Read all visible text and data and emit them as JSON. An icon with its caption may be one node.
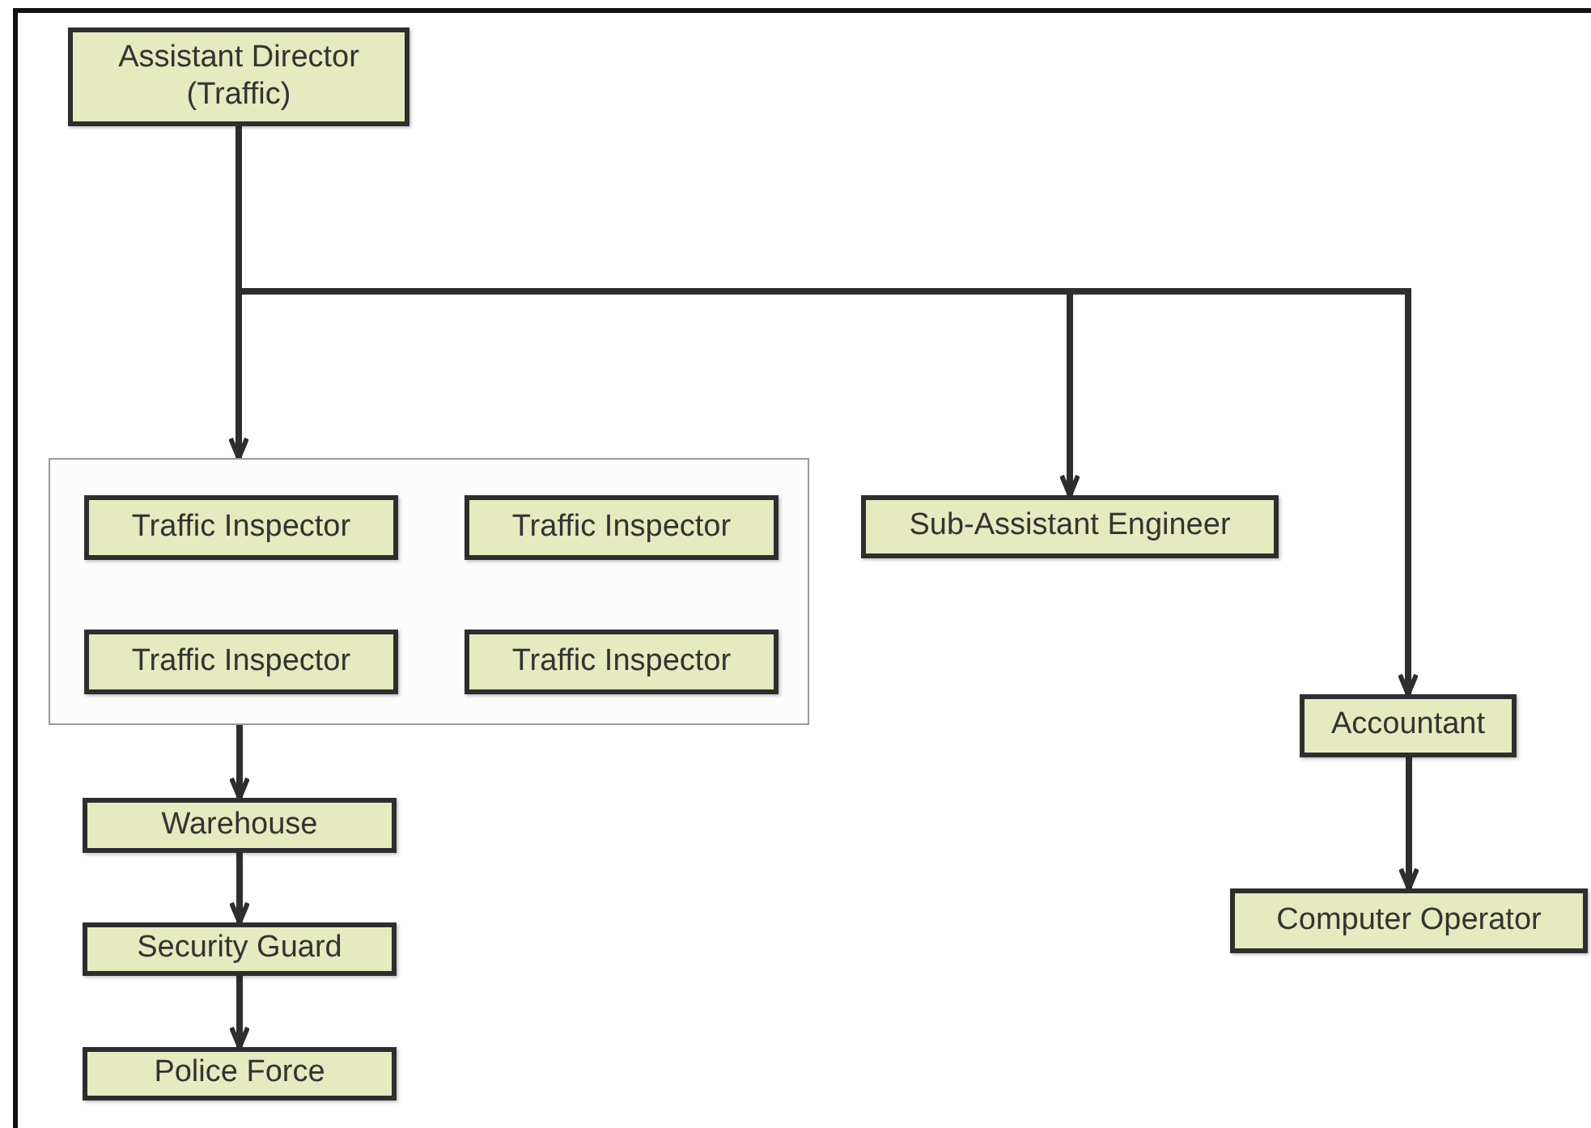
{
  "diagram": {
    "nodes": [
      {
        "text": [
          "Assistant Director (Traffic)"
        ]
      },
      {
        "text": [],
        "shape": "box"
      },
      {
        "text": [
          "Traffic Inspector"
        ],
        "in": 1
      },
      {
        "text": [
          "Traffic Inspector"
        ],
        "in": 1
      },
      {
        "text": [
          "Traffic Inspector"
        ],
        "in": 1
      },
      {
        "text": [
          "Traffic Inspector"
        ],
        "in": 1
      },
      {
        "text": [
          "Sub-Assistant Engineer"
        ]
      },
      {
        "text": [
          "Accountant"
        ]
      },
      {
        "text": [
          "Computer Operator"
        ]
      },
      {
        "text": [
          "Warehouse"
        ]
      },
      {
        "text": [
          "Security Guard"
        ]
      },
      {
        "text": [
          "Police Force"
        ]
      }
    ],
    "edges": [
      {
        "from": 0,
        "to": 1,
        "arrow": "to"
      },
      {
        "from": 0,
        "to": 6,
        "arrow": "to"
      },
      {
        "from": 0,
        "to": 7,
        "arrow": "to"
      },
      {
        "from": 1,
        "to": 9,
        "arrow": "to"
      },
      {
        "from": 9,
        "to": 10,
        "arrow": "to"
      },
      {
        "from": 10,
        "to": 11,
        "arrow": "to"
      },
      {
        "from": 7,
        "to": 8,
        "arrow": "to"
      }
    ]
  }
}
